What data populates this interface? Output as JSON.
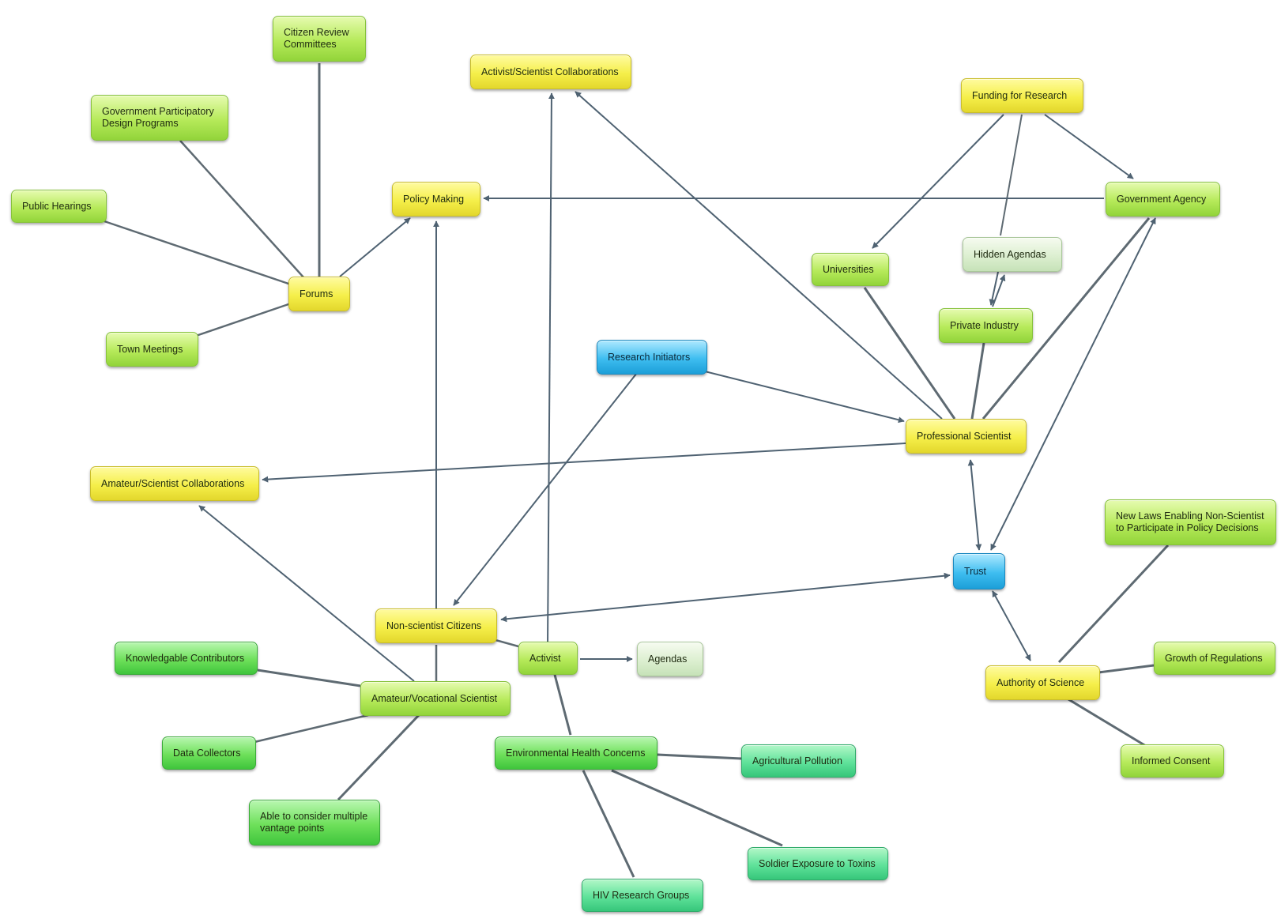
{
  "nodes": {
    "citizen_review": "Citizen Review\nCommittees",
    "activist_sci_collab": "Activist/Scientist Collaborations",
    "funding": "Funding for Research",
    "gov_participatory": "Government Participatory\nDesign Programs",
    "public_hearings": "Public Hearings",
    "policy_making": "Policy Making",
    "government_agency": "Government Agency",
    "universities": "Universities",
    "hidden_agendas": "Hidden Agendas",
    "forums": "Forums",
    "private_industry": "Private Industry",
    "town_meetings": "Town Meetings",
    "research_initiators": "Research Initiators",
    "professional_scientist": "Professional Scientist",
    "amateur_sci_collab": "Amateur/Scientist Collaborations",
    "new_laws": "New Laws Enabling Non-Scientist\nto Participate in Policy Decisions",
    "trust": "Trust",
    "non_scientist_citizens": "Non-scientist Citizens",
    "knowledgable_contributors": "Knowledgable Contributors",
    "activist": "Activist",
    "agendas": "Agendas",
    "growth_regulations": "Growth of Regulations",
    "amateur_vocational": "Amateur/Vocational Scientist",
    "authority_science": "Authority of Science",
    "data_collectors": "Data Collectors",
    "env_health": "Environmental Health Concerns",
    "agricultural_pollution": "Agricultural Pollution",
    "informed_consent": "Informed Consent",
    "multiple_vantage": "Able to consider multiple\nvantage points",
    "soldier_exposure": "Soldier Exposure to Toxins",
    "hiv_research": "HIV Research Groups"
  }
}
